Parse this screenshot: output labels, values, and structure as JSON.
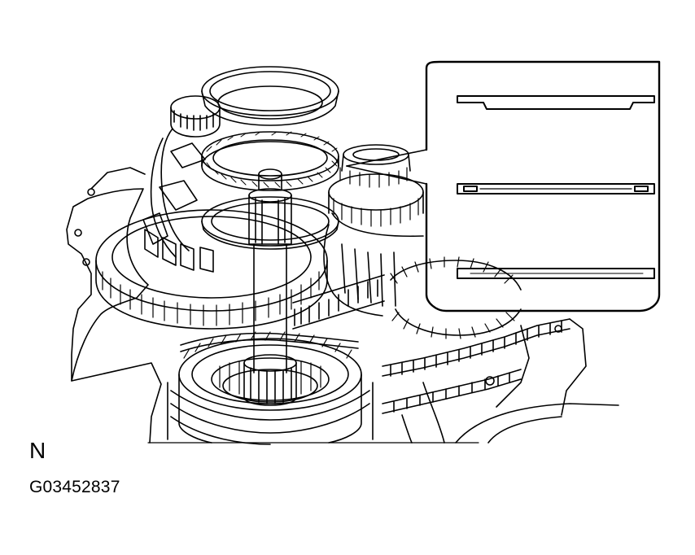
{
  "figure": {
    "orientation_marker": "N",
    "figure_id": "G03452837"
  },
  "colors": {
    "line": "#000000",
    "background": "#ffffff"
  },
  "callout": {
    "profiles": [
      "washer-with-raised-lip",
      "needle-bearing-section",
      "flat-thrust-race"
    ]
  }
}
